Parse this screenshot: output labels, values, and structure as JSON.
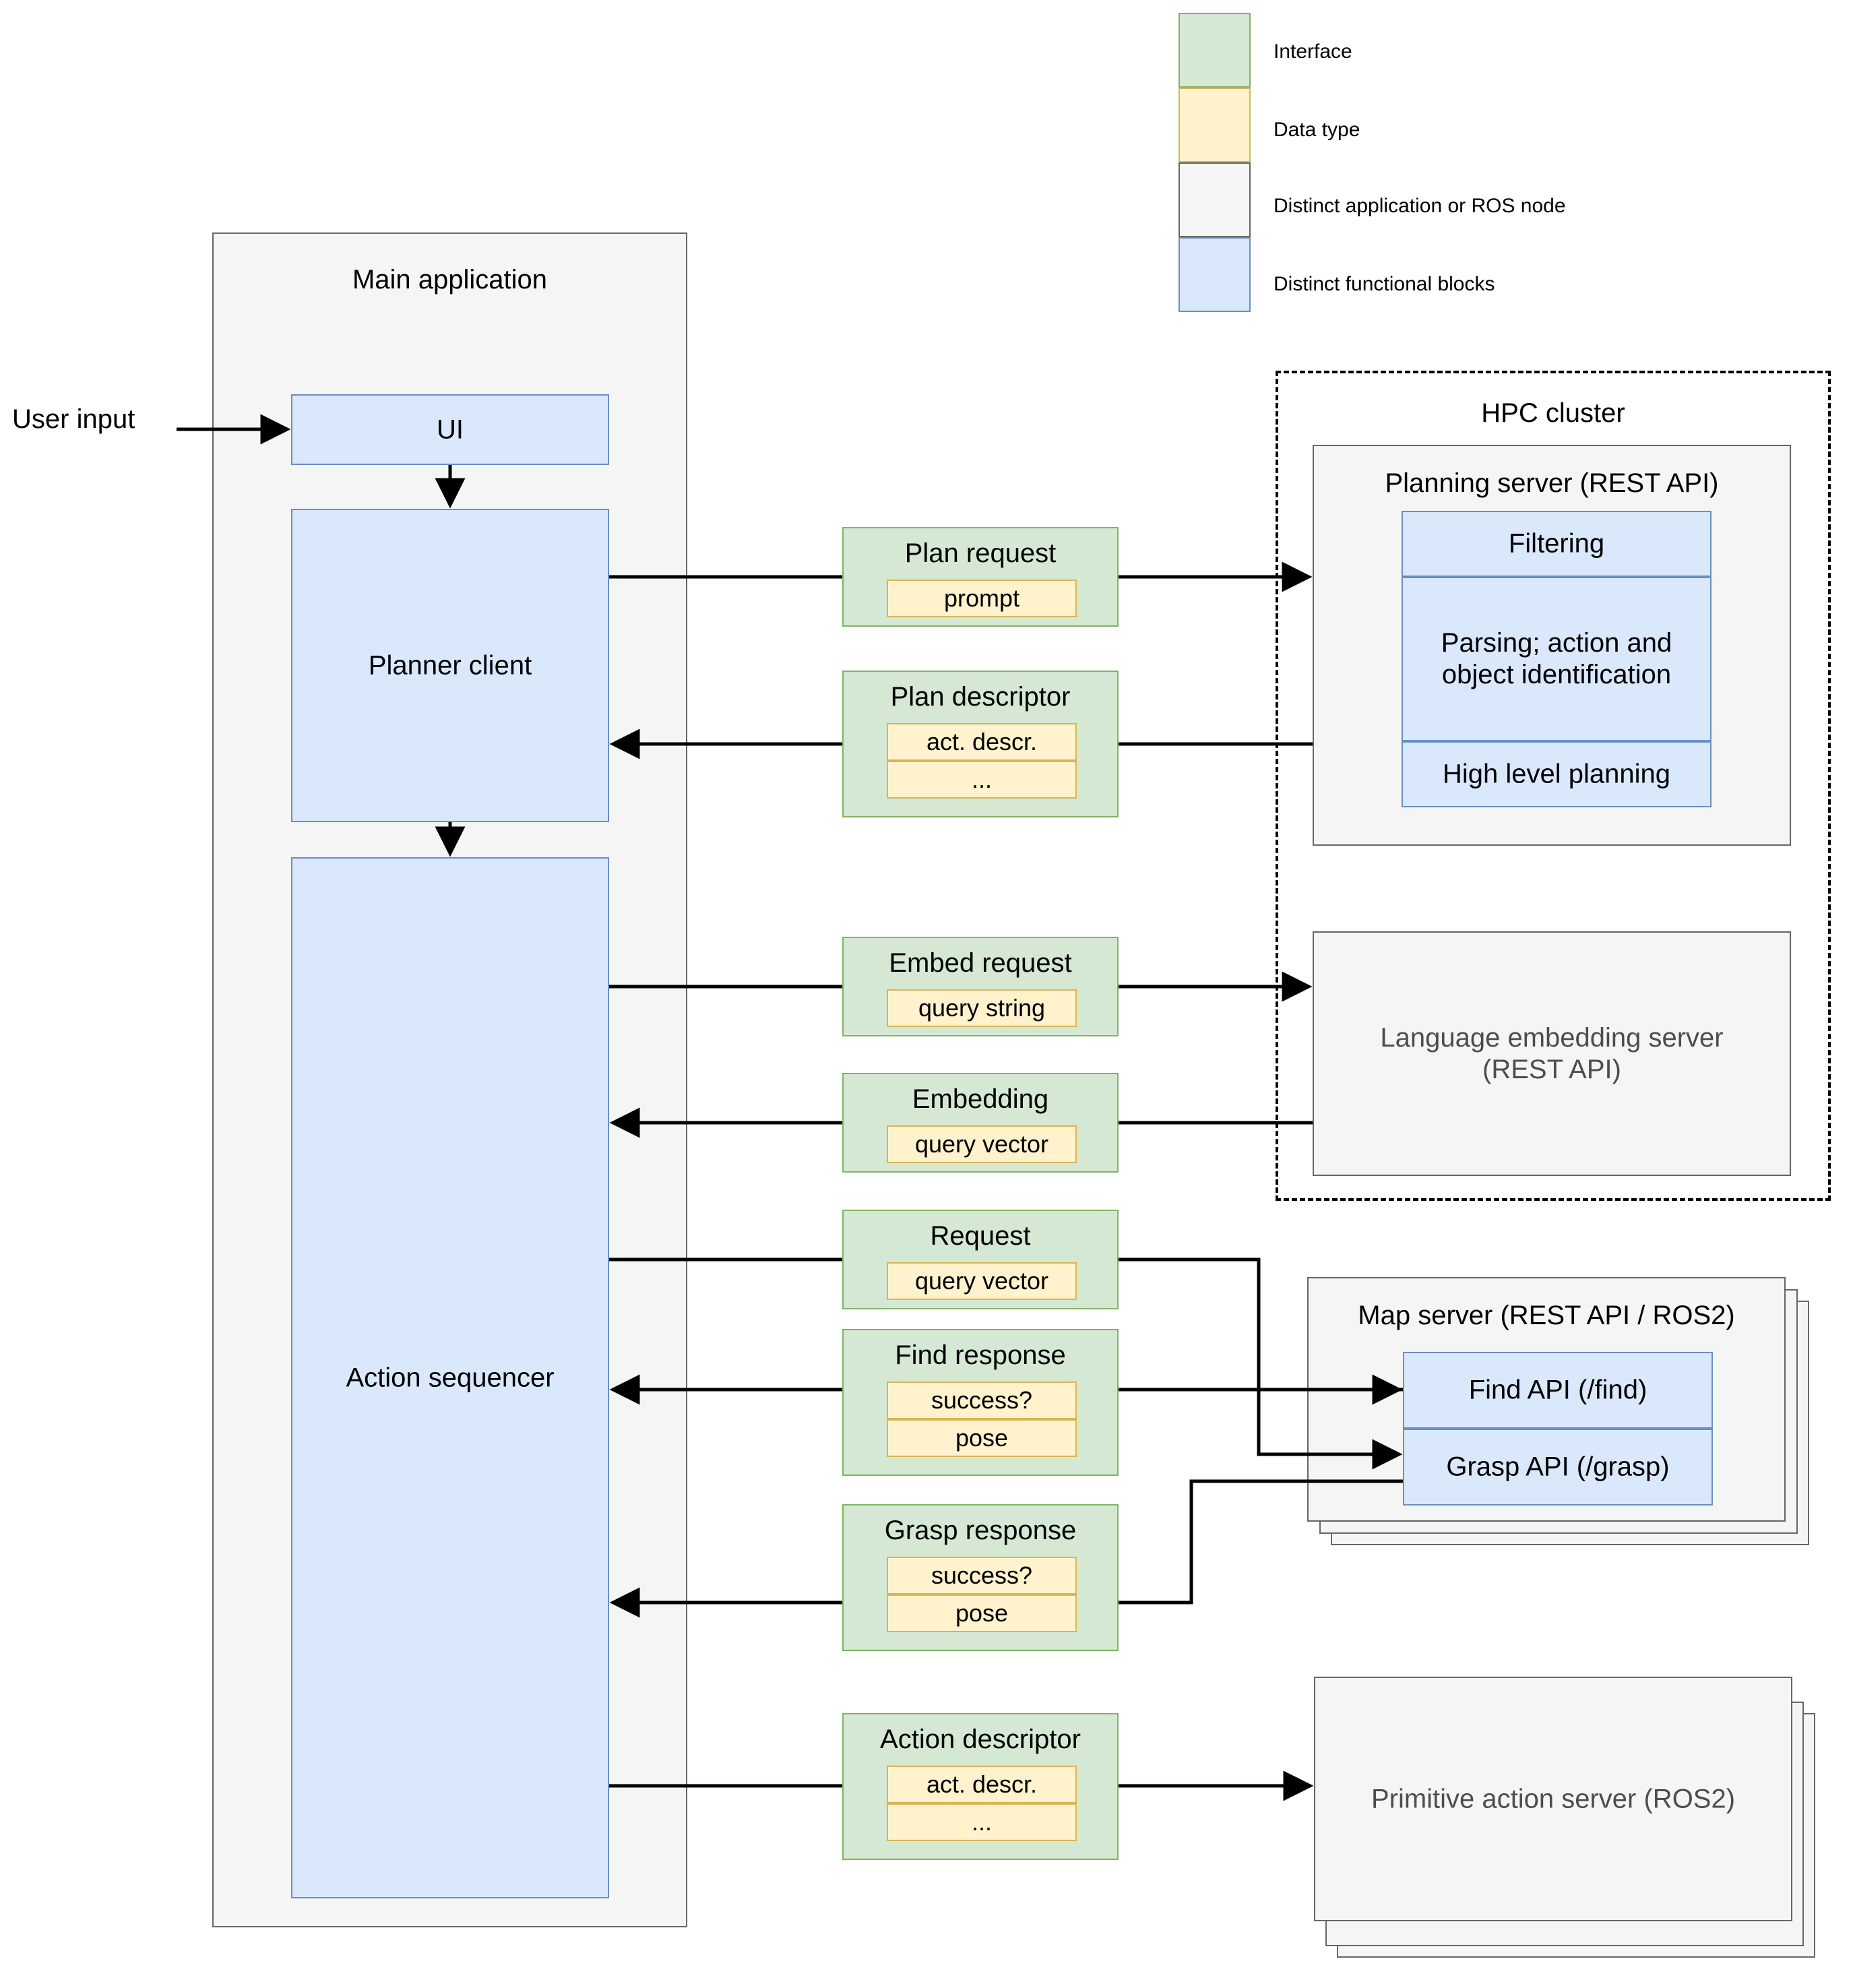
{
  "legend": {
    "items": [
      {
        "label": "Interface",
        "fill": "#d5e8d4",
        "stroke": "#82b366"
      },
      {
        "label": "Data type",
        "fill": "#fff2cc",
        "stroke": "#d6b656"
      },
      {
        "label": "Distinct application or ROS node",
        "fill": "#f5f5f5",
        "stroke": "#666666"
      },
      {
        "label": "Distinct functional blocks",
        "fill": "#dae8fc",
        "stroke": "#6c8ebf"
      }
    ]
  },
  "external": {
    "user_input_label": "User input"
  },
  "main_application": {
    "title": "Main application",
    "blocks": [
      {
        "label": "UI"
      },
      {
        "label": "Planner client"
      },
      {
        "label": "Action sequencer"
      }
    ]
  },
  "hpc_cluster": {
    "title": "HPC cluster",
    "planning_server": {
      "title": "Planning server (REST API)",
      "blocks": [
        {
          "label": "Filtering"
        },
        {
          "label": "Parsing; action and\nobject identification"
        },
        {
          "label": "High level planning"
        }
      ]
    },
    "embedding_server": {
      "title": "Language embedding server\n(REST API)"
    }
  },
  "map_server": {
    "title": "Map server (REST API / ROS2)",
    "apis": [
      {
        "label": "Find API (/find)"
      },
      {
        "label": "Grasp API (/grasp)"
      }
    ]
  },
  "primitive_action_server": {
    "title": "Primitive action server (ROS2)"
  },
  "interfaces": [
    {
      "id": "plan-request",
      "title": "Plan request",
      "fields": [
        "prompt"
      ]
    },
    {
      "id": "plan-descriptor",
      "title": "Plan descriptor",
      "fields": [
        "act. descr.",
        "..."
      ]
    },
    {
      "id": "embed-request",
      "title": "Embed request",
      "fields": [
        "query string"
      ]
    },
    {
      "id": "embedding",
      "title": "Embedding",
      "fields": [
        "query vector"
      ]
    },
    {
      "id": "request",
      "title": "Request",
      "fields": [
        "query vector"
      ]
    },
    {
      "id": "find-response",
      "title": "Find response",
      "fields": [
        "success?",
        "pose"
      ]
    },
    {
      "id": "grasp-response",
      "title": "Grasp response",
      "fields": [
        "success?",
        "pose"
      ]
    },
    {
      "id": "action-descriptor",
      "title": "Action descriptor",
      "fields": [
        "act. descr.",
        "..."
      ]
    }
  ],
  "colors": {
    "interface_fill": "#d5e8d4",
    "interface_stroke": "#82b366",
    "datatype_fill": "#fff2cc",
    "datatype_stroke": "#d6b656",
    "application_fill": "#f5f5f5",
    "application_stroke": "#666666",
    "functional_fill": "#dae8fc",
    "functional_stroke": "#6c8ebf",
    "connector": "#000000"
  }
}
